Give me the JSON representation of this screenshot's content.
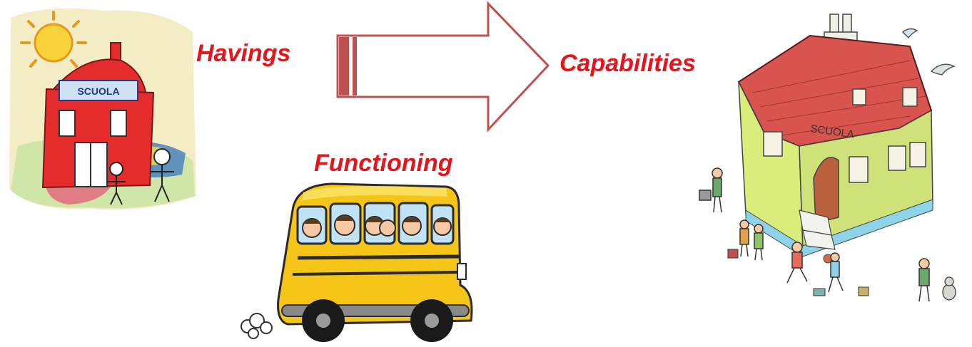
{
  "labels": {
    "havings": "Havings",
    "capabilities": "Capabilities",
    "functioning": "Functioning"
  },
  "pictures": {
    "left_school_sign": "SCUOLA",
    "right_school_sign": "SCUOLA"
  },
  "colors": {
    "label_text": "#e8141b",
    "arrow_stroke": "#c0504d",
    "bus_body": "#f5c518",
    "school_left_red": "#e52c2c",
    "school_right_wall": "#d9ec7c",
    "school_right_roof": "#d9534f"
  }
}
